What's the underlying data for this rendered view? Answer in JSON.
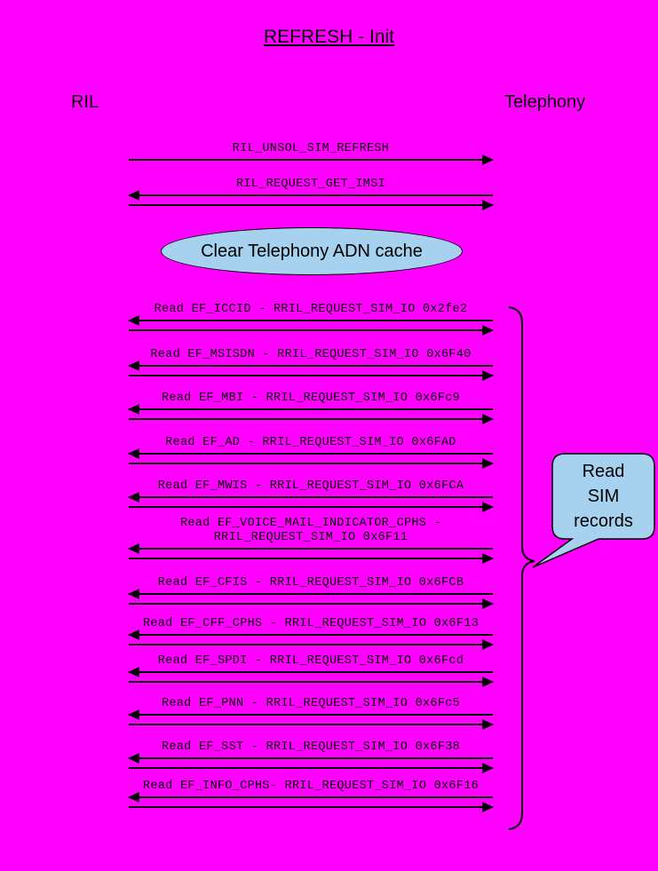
{
  "title": "REFRESH - Init",
  "participants": {
    "left": "RIL",
    "right": "Telephony"
  },
  "note": {
    "text": "Clear Telephony ADN cache"
  },
  "callout": {
    "lines": [
      "Read",
      "SIM",
      "records"
    ]
  },
  "colors": {
    "background": "#FF00FF",
    "bubble_fill": "#A6D2F0",
    "line": "#000000"
  },
  "messages": [
    {
      "label": "RIL_UNSOL_SIM_REFRESH",
      "arrows": [
        "right"
      ]
    },
    {
      "label": "RIL_REQUEST_GET_IMSI",
      "arrows": [
        "left",
        "right"
      ]
    },
    {
      "label": "Read EF_ICCID - RRIL_REQUEST_SIM_IO 0x2fe2",
      "arrows": [
        "left",
        "right"
      ]
    },
    {
      "label": "Read EF_MSISDN - RRIL_REQUEST_SIM_IO 0x6F40",
      "arrows": [
        "left",
        "right"
      ]
    },
    {
      "label": "Read EF_MBI - RRIL_REQUEST_SIM_IO 0x6Fc9",
      "arrows": [
        "left",
        "right"
      ]
    },
    {
      "label": "Read EF_AD - RRIL_REQUEST_SIM_IO 0x6FAD",
      "arrows": [
        "left",
        "right"
      ]
    },
    {
      "label": "Read EF_MWIS - RRIL_REQUEST_SIM_IO 0x6FCA",
      "arrows": [
        "left",
        "right"
      ]
    },
    {
      "label": "Read EF_VOICE_MAIL_INDICATOR_CPHS -\nRRIL_REQUEST_SIM_IO 0x6F11",
      "arrows": [
        "left",
        "right"
      ]
    },
    {
      "label": "Read EF_CFIS - RRIL_REQUEST_SIM_IO 0x6FCB",
      "arrows": [
        "left",
        "right"
      ]
    },
    {
      "label": "Read EF_CFF_CPHS - RRIL_REQUEST_SIM_IO 0x6F13",
      "arrows": [
        "left",
        "right"
      ]
    },
    {
      "label": "Read EF_SPDI - RRIL_REQUEST_SIM_IO 0x6Fcd",
      "arrows": [
        "left",
        "right"
      ]
    },
    {
      "label": "Read EF_PNN - RRIL_REQUEST_SIM_IO 0x6Fc5",
      "arrows": [
        "left",
        "right"
      ]
    },
    {
      "label": "Read EF_SST - RRIL_REQUEST_SIM_IO 0x6F38",
      "arrows": [
        "left",
        "right"
      ]
    },
    {
      "label": "Read EF_INFO_CPHS- RRIL_REQUEST_SIM_IO 0x6F16",
      "arrows": [
        "left",
        "right"
      ]
    }
  ]
}
